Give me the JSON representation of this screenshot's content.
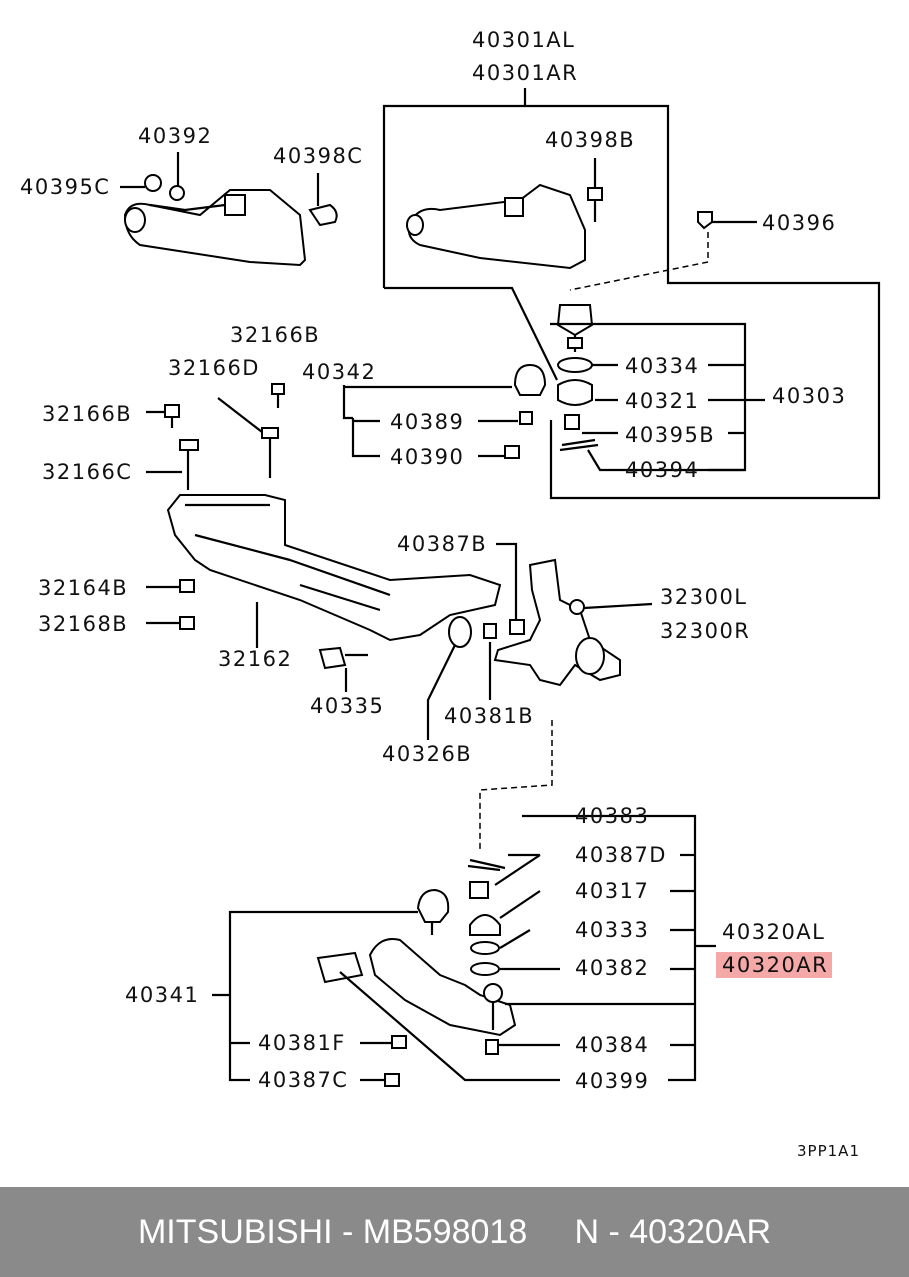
{
  "labels": {
    "l40301al": "40301AL",
    "l40301ar": "40301AR",
    "l40392": "40392",
    "l40398c": "40398C",
    "l40395c": "40395C",
    "l40398b": "40398B",
    "l40396": "40396",
    "l32166b_top": "32166B",
    "l32166d": "32166D",
    "l40342": "40342",
    "l32166b_left": "32166B",
    "l40389": "40389",
    "l40390": "40390",
    "l32166c": "32166C",
    "l40334": "40334",
    "l40321": "40321",
    "l40303": "40303",
    "l40395b": "40395B",
    "l40394": "40394",
    "l40387b": "40387B",
    "l32300l": "32300L",
    "l32300r": "32300R",
    "l32164b": "32164B",
    "l32168b": "32168B",
    "l32162": "32162",
    "l40335": "40335",
    "l40381b": "40381B",
    "l40326b": "40326B",
    "l40383": "40383",
    "l40387d": "40387D",
    "l40317": "40317",
    "l40333": "40333",
    "l40382": "40382",
    "l40320al": "40320AL",
    "l40320ar": "40320AR",
    "l40341": "40341",
    "l40381f": "40381F",
    "l40384": "40384",
    "l40387c": "40387C",
    "l40399": "40399",
    "ref_code": "3PP1A1"
  },
  "highlight_color": "#f4a8a8",
  "footer": {
    "text": "MITSUBISHI - MB598018     N - 40320AR",
    "background": "#8a8a8a"
  }
}
